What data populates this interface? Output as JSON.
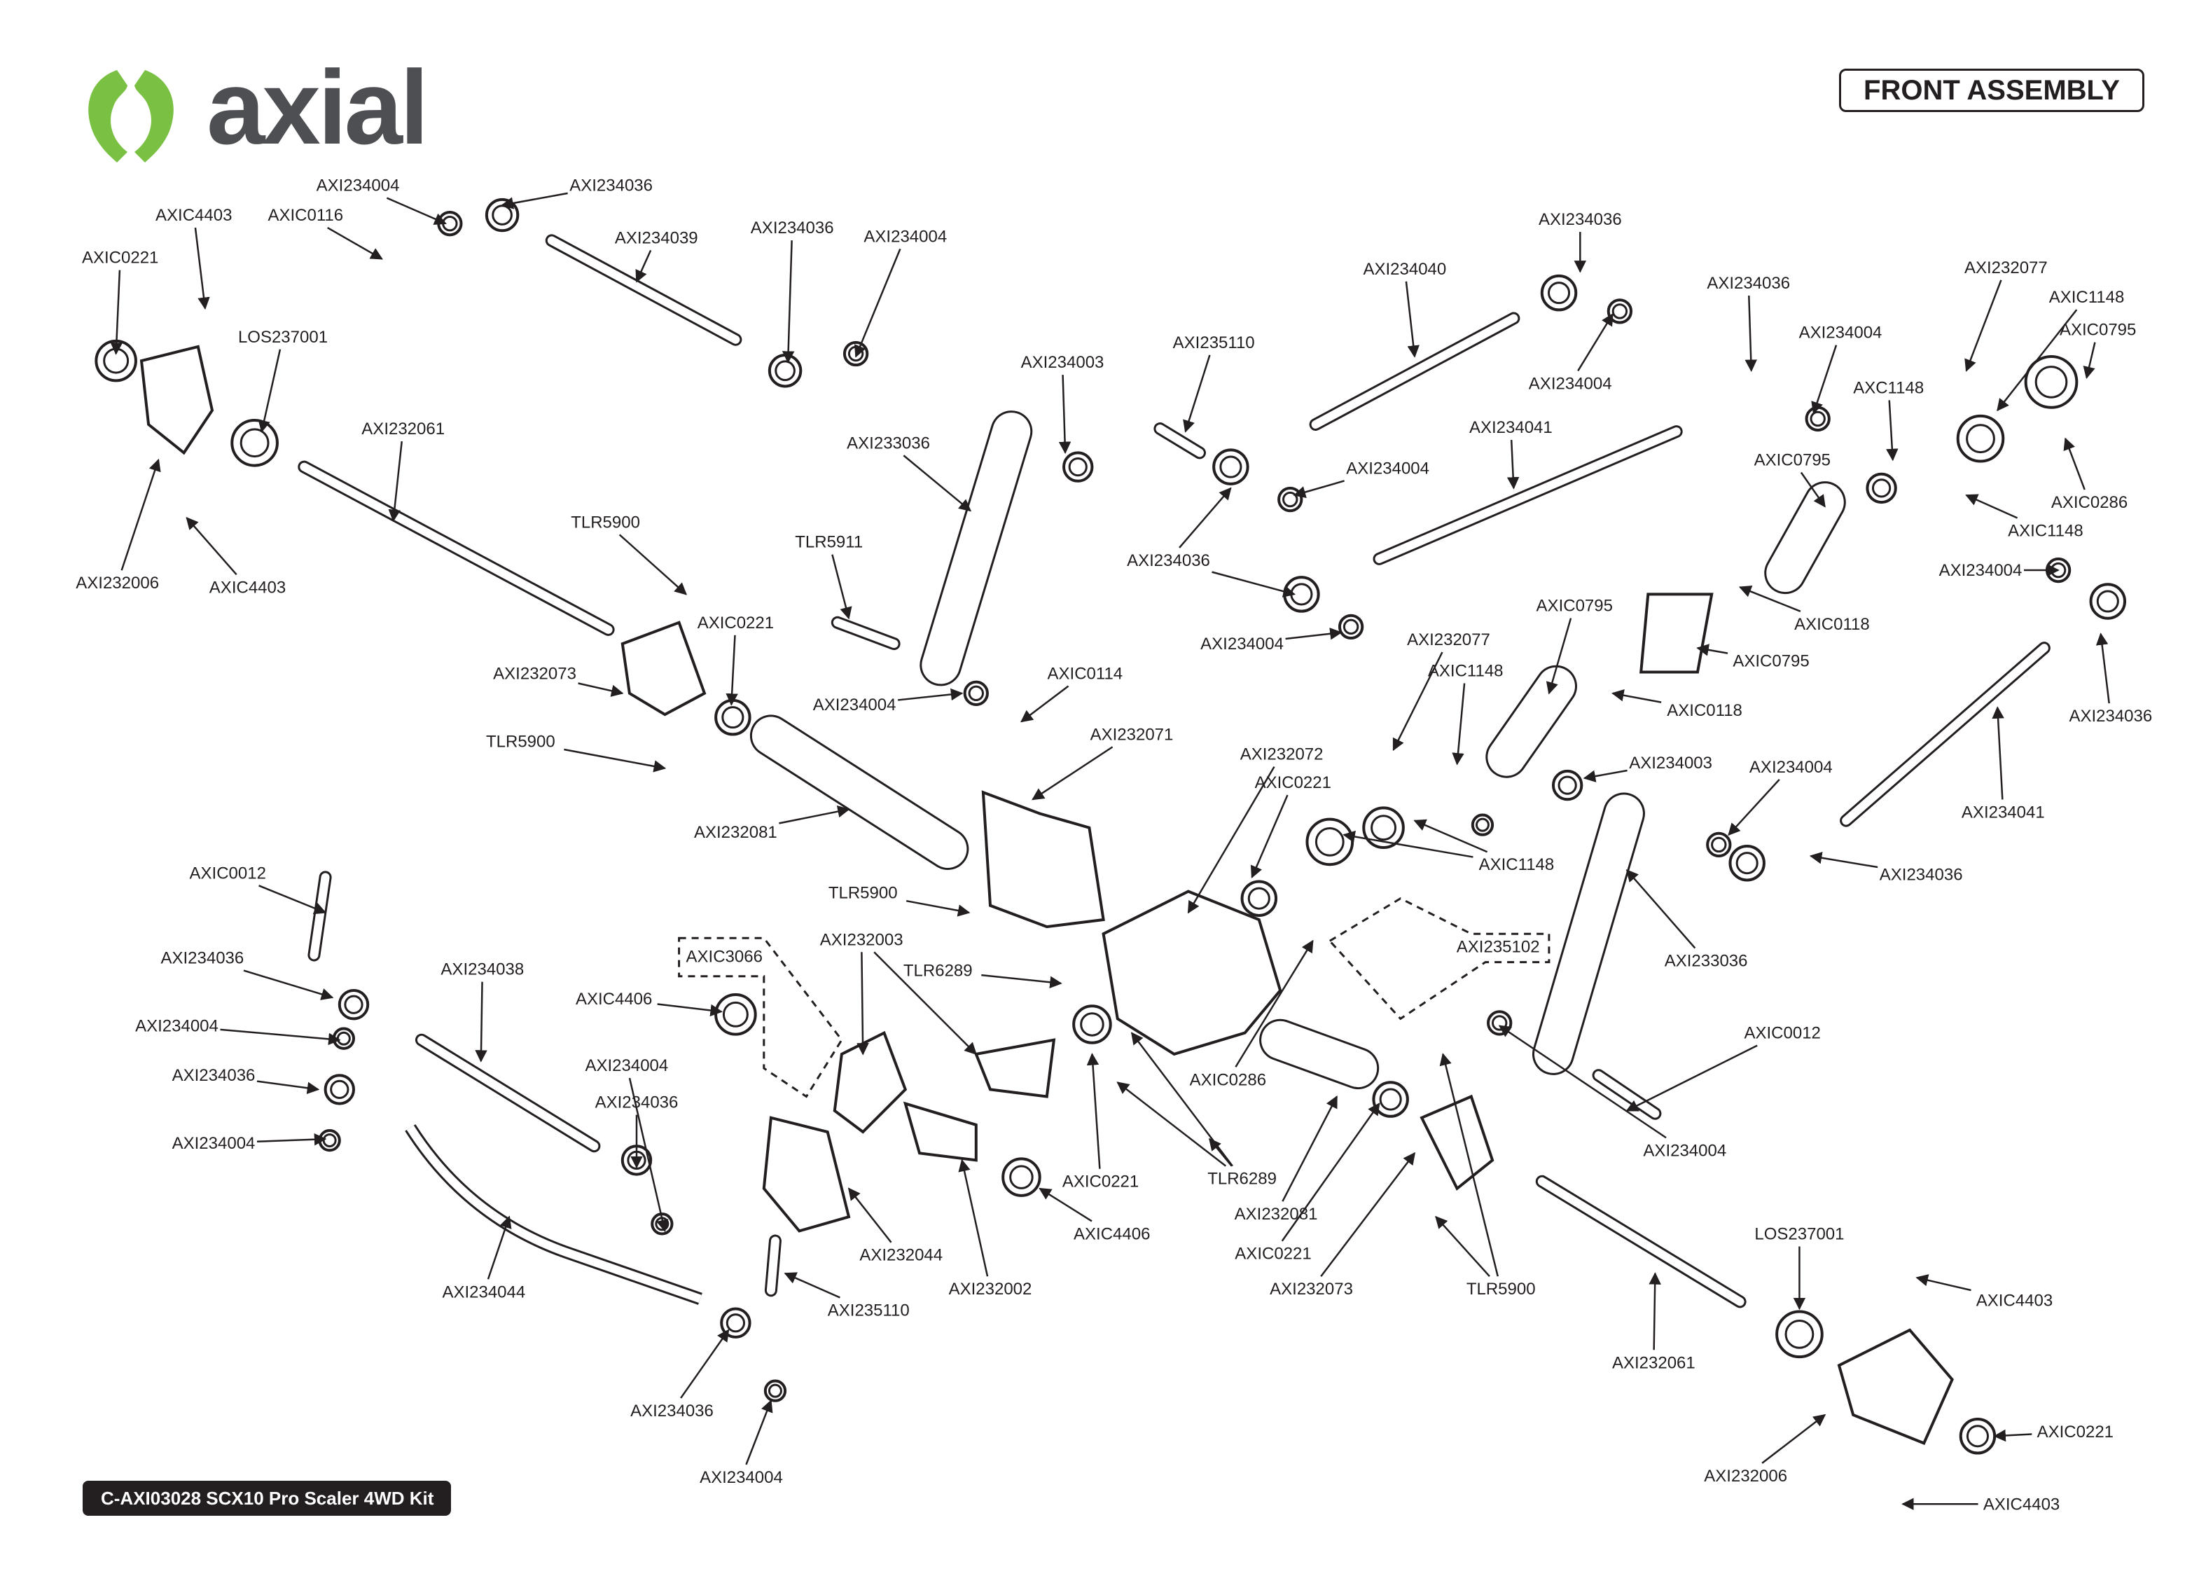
{
  "brand": {
    "logo_text": "axial",
    "accent_color": "#7ac143",
    "logo_grey": "#4d4f53"
  },
  "header": {
    "title": "FRONT ASSEMBLY"
  },
  "footer": {
    "kit_name": "C-AXI03028 SCX10 Pro Scaler 4WD Kit"
  },
  "labels": [
    "AXI234004",
    "AXI234036",
    "AXIC4403",
    "AXIC0116",
    "AXI234039",
    "AXI234036",
    "AXI234004",
    "AXIC0221",
    "LOS237001",
    "AXI232006",
    "AXIC4403",
    "AXI232061",
    "AXI234003",
    "AXI233036",
    "TLR5900",
    "TLR5911",
    "AXIC0221",
    "AXI232073",
    "TLR5900",
    "AXI234004",
    "AXIC0114",
    "AXI232071",
    "AXI232081",
    "AXI234036",
    "AXI234040",
    "AXI234004",
    "AXI235110",
    "AXI234036",
    "AXI234004",
    "AXI232077",
    "AXIC1148",
    "AXIC0795",
    "AXC1148",
    "AXIC0286",
    "AXIC1148",
    "AXI234041",
    "AXI234004",
    "AXIC0795",
    "AXI234036",
    "AXI234004",
    "AXIC0795",
    "AXI232077",
    "AXIC1148",
    "AXIC0118",
    "AXIC0795",
    "AXIC0118",
    "AXI234003",
    "AXI234004",
    "AXI234036",
    "AXI234004",
    "AXI234041",
    "AXI234036",
    "AXI232072",
    "AXIC0221",
    "AXIC1148",
    "AXI235102",
    "AXI233036",
    "AXIC0012",
    "AXI234004",
    "TLR5900",
    "AXIC0286",
    "AXI232081",
    "AXIC0221",
    "AXI232073",
    "AXI232061",
    "LOS237001",
    "AXIC4403",
    "AXI232006",
    "AXIC0221",
    "AXIC4403",
    "AXIC0012",
    "AXI234036",
    "AXI234004",
    "AXI234036",
    "AXI234004",
    "AXI234038",
    "AXI234004",
    "AXI234036",
    "AXI234044",
    "AXI234036",
    "AXI234004",
    "AXI235110",
    "AXI232044",
    "AXI232002",
    "AXIC3066",
    "AXIC4406",
    "AXI232003",
    "TLR6289",
    "TLR5900",
    "AXIC0221",
    "AXIC4406",
    "TLR6289"
  ]
}
